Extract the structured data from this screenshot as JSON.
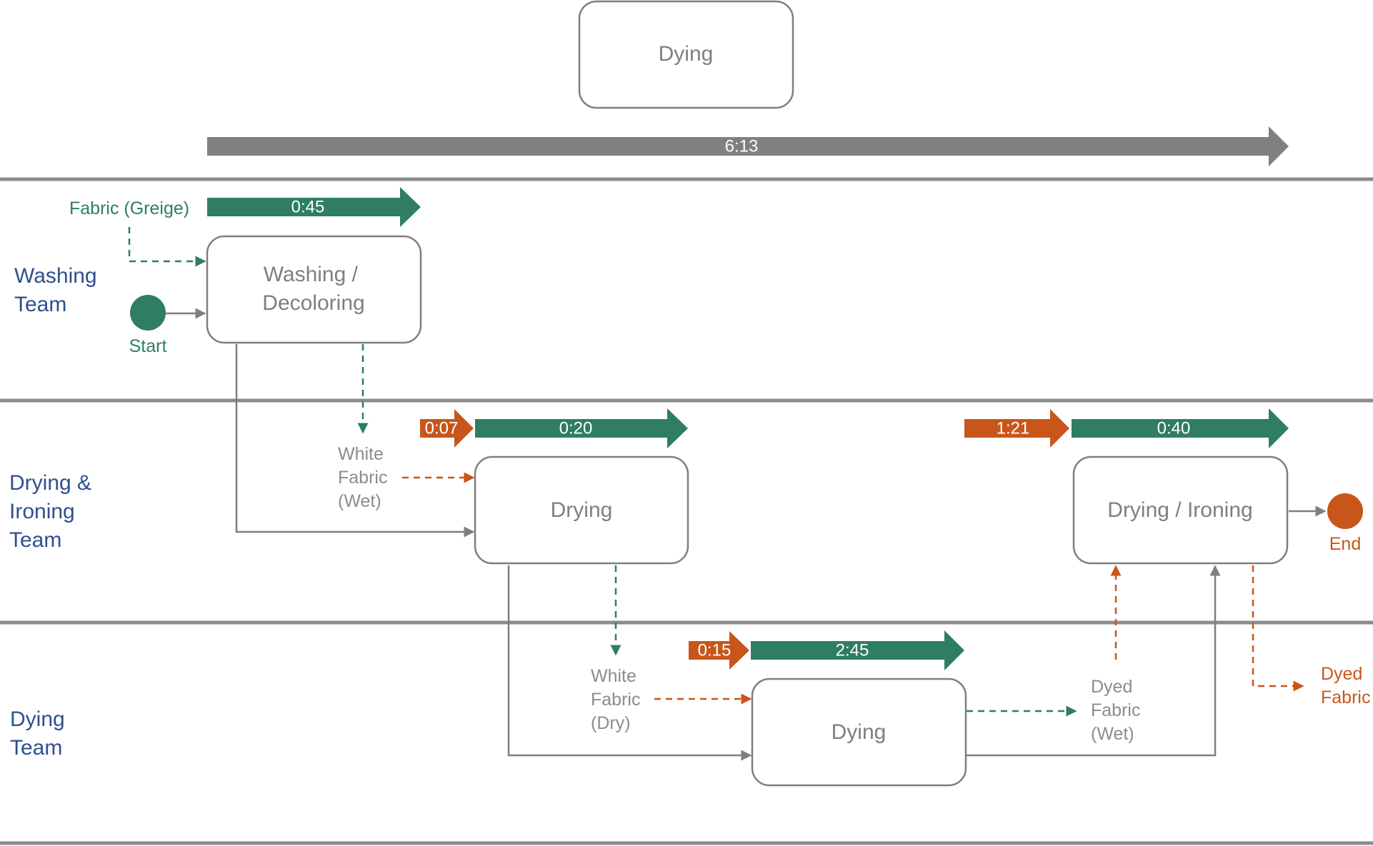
{
  "colors": {
    "green": "#2e7d64",
    "orange": "#c8561a",
    "gray": "#7f7f7f",
    "lane_label": "#2f4f8f"
  },
  "header": {
    "title": "Dying",
    "total_time": "6:13"
  },
  "lanes": [
    {
      "label": [
        "Washing",
        "Team"
      ]
    },
    {
      "label": [
        "Drying &",
        "Ironing",
        "Team"
      ]
    },
    {
      "label": [
        "Dying",
        "Team"
      ]
    }
  ],
  "activities": {
    "washing": {
      "label": [
        "Washing /",
        "Decoloring"
      ],
      "process_time": "0:45"
    },
    "drying": {
      "label": [
        "Drying"
      ],
      "wait_time": "0:07",
      "process_time": "0:20"
    },
    "dying": {
      "label": [
        "Dying"
      ],
      "wait_time": "0:15",
      "process_time": "2:45"
    },
    "drying_ironing": {
      "label": [
        "Drying / Ironing"
      ],
      "wait_time": "1:21",
      "process_time": "0:40"
    }
  },
  "events": {
    "start": "Start",
    "end": "End"
  },
  "objects": {
    "fabric_greige": [
      "Fabric (Greige)"
    ],
    "white_fabric_wet": [
      "White",
      "Fabric",
      "(Wet)"
    ],
    "white_fabric_dry": [
      "White",
      "Fabric",
      "(Dry)"
    ],
    "dyed_fabric_wet": [
      "Dyed",
      "Fabric",
      "(Wet)"
    ],
    "dyed_fabric": [
      "Dyed",
      "Fabric"
    ]
  }
}
